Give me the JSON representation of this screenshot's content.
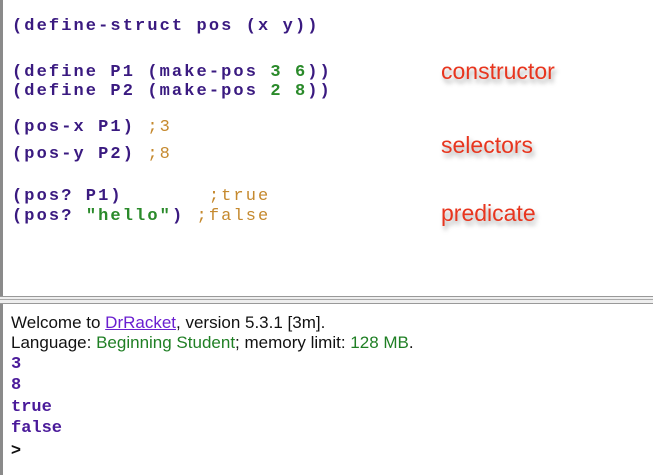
{
  "definitions": {
    "lines": [
      [
        {
          "t": "(define-struct pos (x y))",
          "c": ""
        }
      ],
      [
        {
          "t": "(define P1 (make-pos ",
          "c": ""
        },
        {
          "t": "3 6",
          "c": "num"
        },
        {
          "t": "))",
          "c": ""
        }
      ],
      [
        {
          "t": "(define P2 (make-pos ",
          "c": ""
        },
        {
          "t": "2 8",
          "c": "num"
        },
        {
          "t": "))",
          "c": ""
        }
      ],
      [
        {
          "t": "(pos-x P1) ",
          "c": ""
        },
        {
          "t": ";3",
          "c": "cmt"
        }
      ],
      [
        {
          "t": "(pos-y P2) ",
          "c": ""
        },
        {
          "t": ";8",
          "c": "cmt"
        }
      ],
      [
        {
          "t": "(pos? P1)       ",
          "c": ""
        },
        {
          "t": ";true",
          "c": "cmt"
        }
      ],
      [
        {
          "t": "(pos? ",
          "c": ""
        },
        {
          "t": "\"hello\"",
          "c": "str"
        },
        {
          "t": ") ",
          "c": ""
        },
        {
          "t": ";false",
          "c": "cmt"
        }
      ]
    ],
    "annotations": {
      "constructor": "constructor",
      "selectors": "selectors",
      "predicate": "predicate"
    }
  },
  "interactions": {
    "welcome_prefix": "Welcome to ",
    "welcome_link": "DrRacket",
    "welcome_suffix": ", version 5.3.1 [3m].",
    "lang_prefix": "Language: ",
    "lang_name": "Beginning Student",
    "lang_mid": "; memory limit: ",
    "mem": "128 MB",
    "lang_end": ".",
    "outputs": [
      "3",
      "8",
      "true",
      "false"
    ],
    "prompt": ">"
  }
}
